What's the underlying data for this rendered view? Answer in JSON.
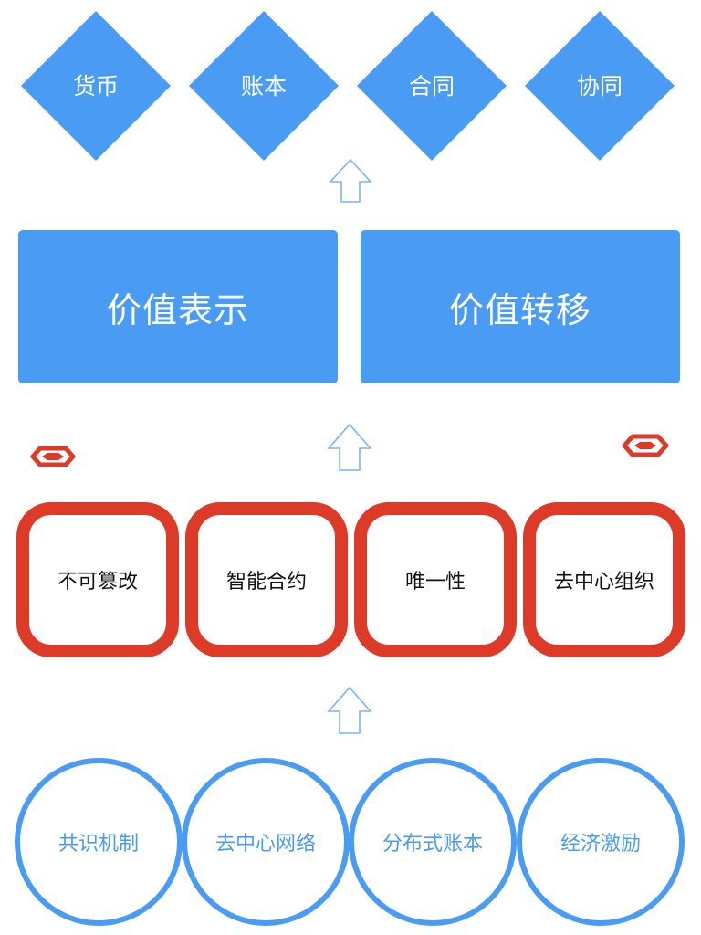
{
  "colors": {
    "blue": "#4a9bf3",
    "red": "#dd3a28",
    "arrow_stroke": "#7fb4f2"
  },
  "applications": [
    "货币",
    "账本",
    "合同",
    "协同"
  ],
  "value_layer": {
    "representation": "价值表示",
    "transfer": "价值转移"
  },
  "features": [
    "不可篡改",
    "智能合约",
    "唯一性",
    "去中心组织"
  ],
  "foundations": [
    "共识机制",
    "去中心网络",
    "分布式账本",
    "经济激励"
  ],
  "icons": {
    "arrow": "up-arrow-outline",
    "link": "red-chain-link-icon"
  }
}
